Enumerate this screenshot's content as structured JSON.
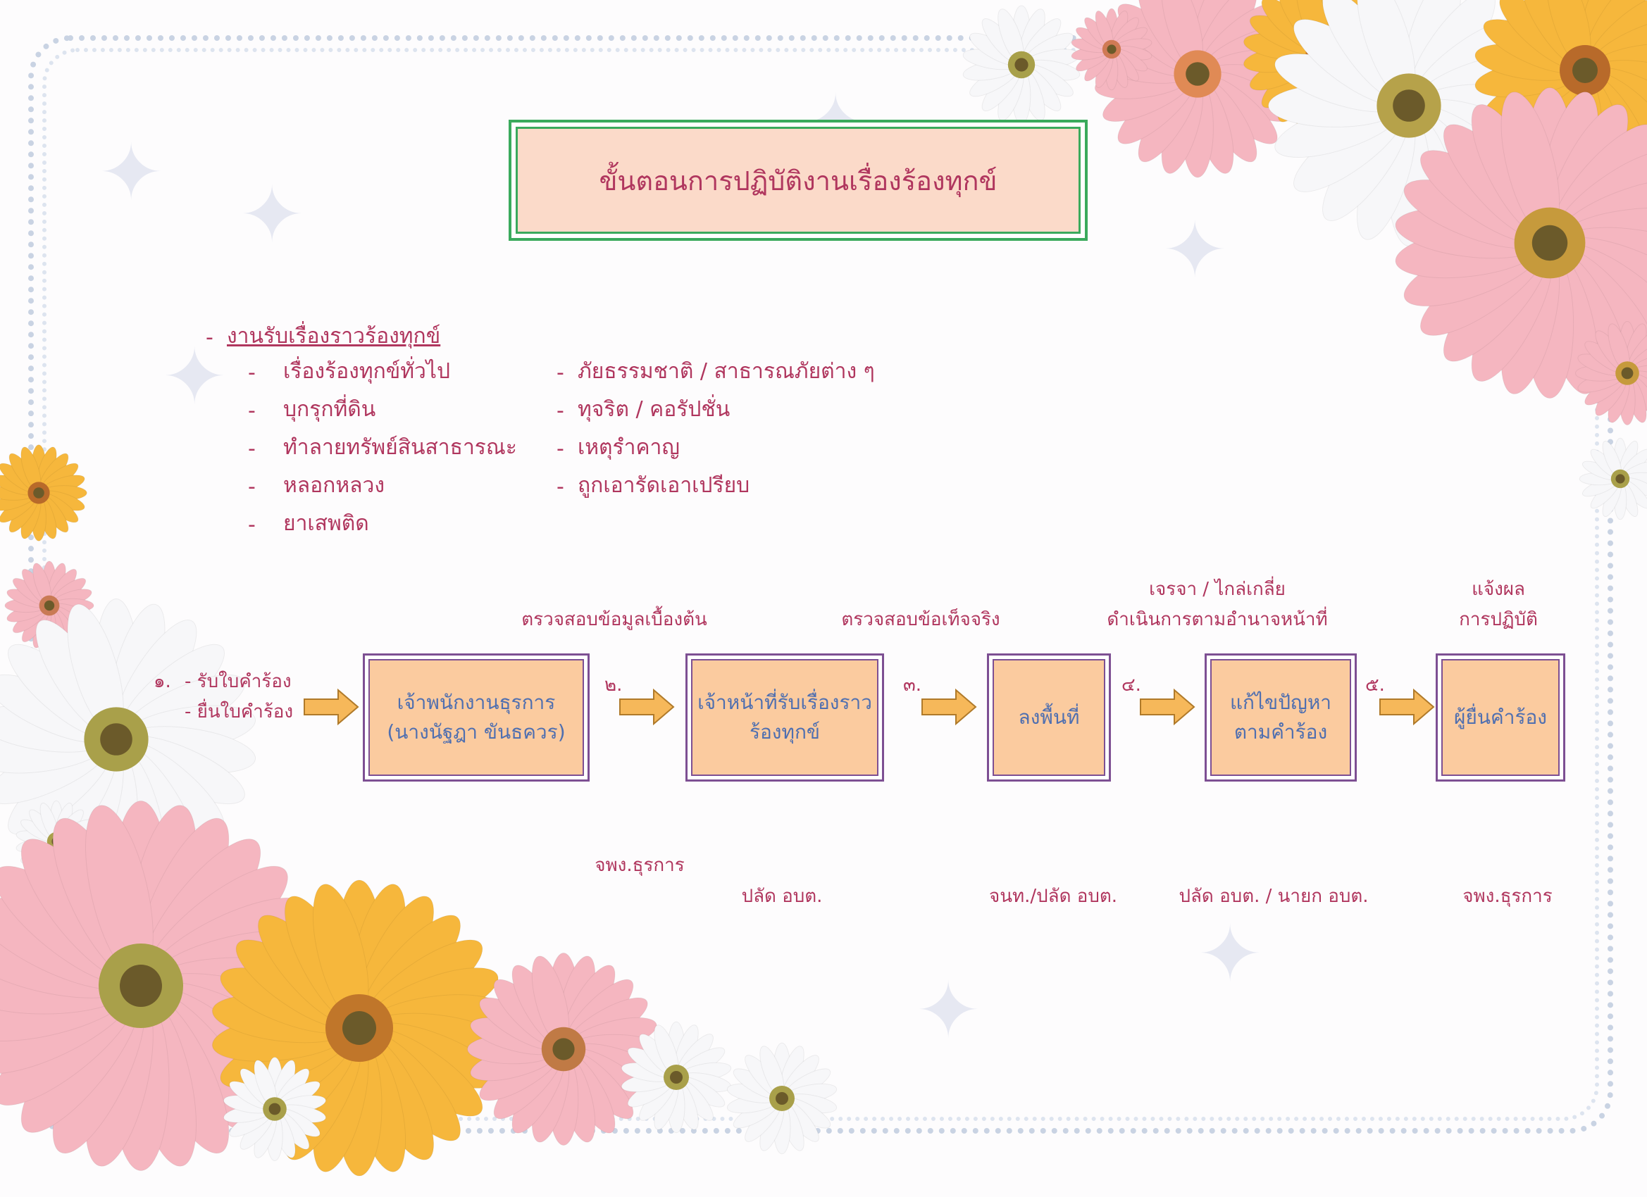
{
  "title": "ขั้นตอนการปฏิบัติงานเรื่องร้องทุกข์",
  "intake": {
    "heading": "งานรับเรื่องราวร้องทุกข์",
    "bullet": "-",
    "left_items": [
      "เรื่องร้องทุกข์ทั่วไป",
      "บุกรุกที่ดิน",
      "ทำลายทรัพย์สินสาธารณะ",
      "หลอกหลวง",
      "ยาเสพติด"
    ],
    "right_items": [
      "ภัยธรรมชาติ / สาธารณภัยต่าง ๆ",
      "ทุจริต / คอรัปชั่น",
      "เหตุรำคาญ",
      "ถูกเอารัดเอาเปรียบ"
    ]
  },
  "flow": {
    "start": {
      "number": "๑.",
      "line1": "- รับใบคำร้อง",
      "line2": "- ยื่นใบคำร้อง"
    },
    "boxes": [
      {
        "lines": [
          "เจ้าพนักงานธุรการ",
          "(นางนัฐฎา  ขันธควร)"
        ]
      },
      {
        "lines": [
          "เจ้าหน้าที่รับเรื่องราว",
          "ร้องทุกข์"
        ]
      },
      {
        "lines": [
          "ลงพื้นที่"
        ]
      },
      {
        "lines": [
          "แก้ไขปัญหา",
          "ตามคำร้อง"
        ]
      },
      {
        "lines": [
          "ผู้ยื่นคำร้อง"
        ]
      }
    ],
    "step_numbers": [
      "๒.",
      "๓.",
      "๔.",
      "๕."
    ],
    "above_labels": [
      [
        "ตรวจสอบข้อมูลเบื้องต้น"
      ],
      [
        "ตรวจสอบข้อเท็จจริง"
      ],
      [
        "เจรจา / ไกล่เกลี่ย",
        "ดำเนินการตามอำนาจหน้าที่"
      ],
      [
        "แจ้งผล",
        "การปฏิบัติ"
      ]
    ],
    "responsible": [
      "จพง.ธุรการ",
      "ปลัด อบต.",
      "จนท./ปลัด อบต.",
      "ปลัด อบต. / นายก อบต.",
      "จพง.ธุรการ"
    ]
  },
  "colors": {
    "text": "#b0365e",
    "box_fill": "#fbcb9f",
    "box_border": "#7d4f93",
    "box_text": "#4f6fb0",
    "title_fill": "#fbdac9",
    "title_border": "#3aaa5c",
    "arrow": "#f6b85a"
  }
}
